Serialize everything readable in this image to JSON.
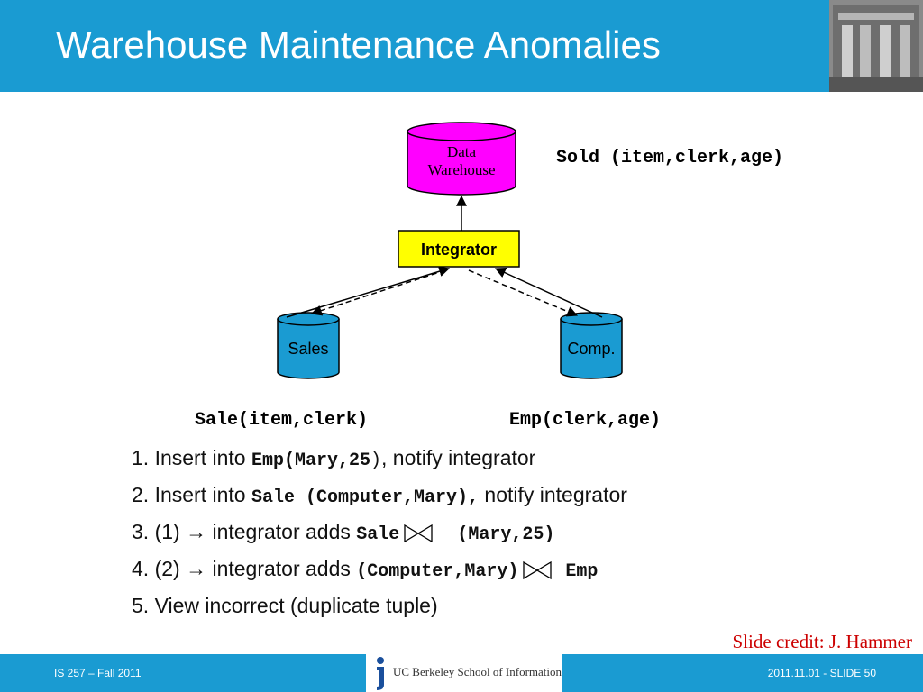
{
  "slide": {
    "title": "Warehouse Maintenance Anomalies"
  },
  "diagram": {
    "warehouse": {
      "line1": "Data",
      "line2": "Warehouse"
    },
    "integrator": "Integrator",
    "sources": {
      "sales": "Sales",
      "comp": "Comp."
    },
    "colors": {
      "header": "#1a9bd2",
      "warehouse": "#ff00ff",
      "integrator": "#ffff00",
      "sources": "#1a9bd2",
      "credit": "#cc0000"
    }
  },
  "schemas": {
    "sold": "Sold (item,clerk,age)",
    "sale": "Sale(item,clerk)",
    "emp": "Emp(clerk,age)"
  },
  "steps": [
    {
      "prefix": "1. Insert into ",
      "code": "Emp(Mary,25",
      "code2": ")",
      "suffix": ", notify integrator"
    },
    {
      "prefix": "2. Insert into ",
      "code": "Sale (Computer,Mary),",
      "suffix": " notify integrator"
    },
    {
      "prefix": "3. (1) → integrator adds ",
      "left": "Sale",
      "right": "(Mary,25)"
    },
    {
      "prefix": "4. (2) → integrator adds ",
      "left": "(Computer,Mary)",
      "right": "Emp"
    },
    {
      "text": "5. View incorrect (duplicate tuple)"
    }
  ],
  "credit": "Slide credit: J. Hammer",
  "footer": {
    "left": "IS 257 – Fall 2011",
    "logo_text": "UC Berkeley School of Information",
    "right": "2011.11.01 - SLIDE 50"
  }
}
